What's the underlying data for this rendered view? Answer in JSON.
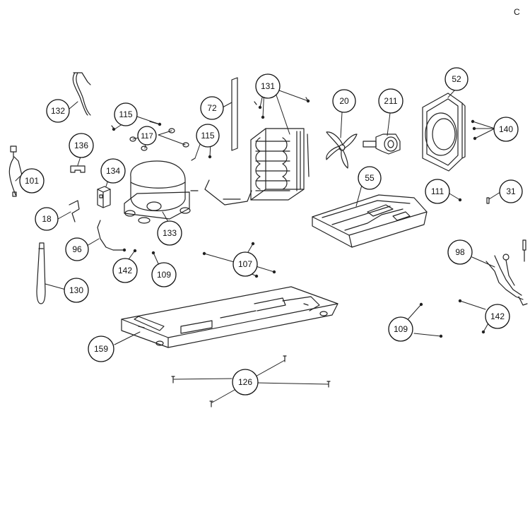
{
  "corner_mark": "C",
  "callouts": [
    "132",
    "115",
    "117",
    "115",
    "72",
    "131",
    "20",
    "211",
    "52",
    "140",
    "136",
    "101",
    "134",
    "18",
    "133",
    "96",
    "142",
    "109",
    "130",
    "107",
    "55",
    "111",
    "31",
    "98",
    "142",
    "109",
    "159",
    "126"
  ]
}
